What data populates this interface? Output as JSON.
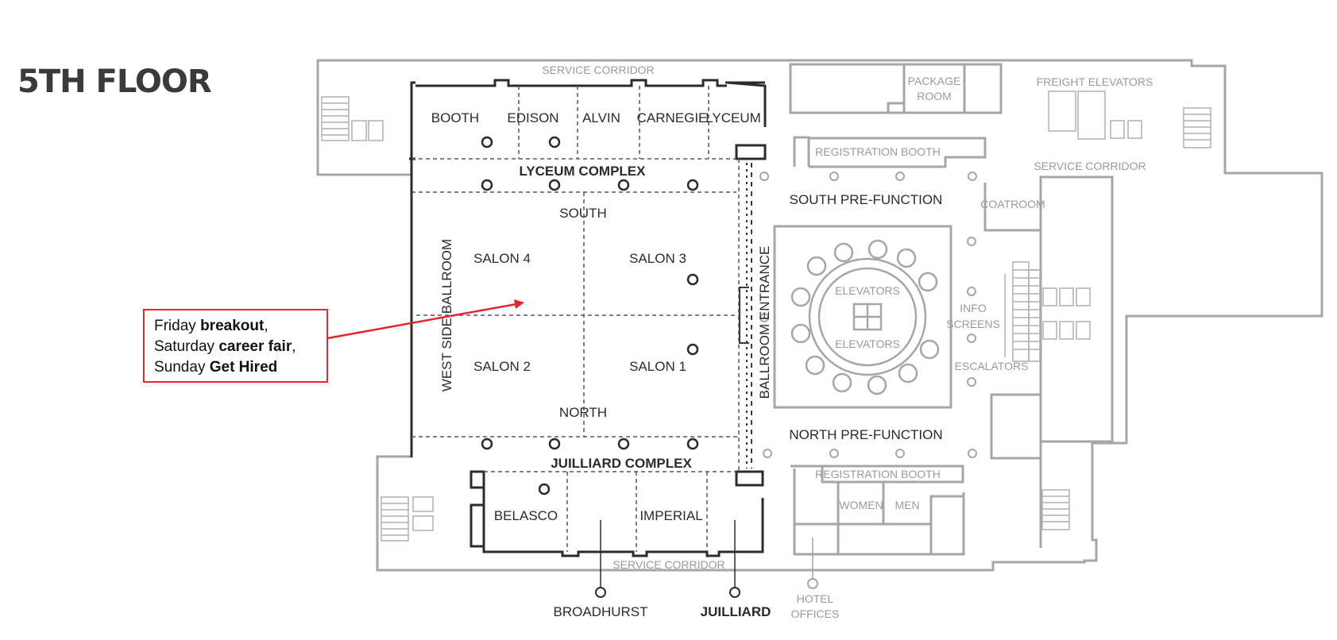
{
  "title": "5TH FLOOR",
  "callout": {
    "line1_pre": "Friday ",
    "line1_bold": "breakout",
    "line1_post": ",",
    "line2_pre": "Saturday ",
    "line2_bold": "career fair",
    "line2_post": ",",
    "line3_pre": "Sunday ",
    "line3_bold": "Get Hired"
  },
  "rooms": {
    "booth": "BOOTH",
    "edison": "EDISON",
    "alvin": "ALVIN",
    "carnegie": "CARNEGIE",
    "lyceum": "LYCEUM",
    "lyceum_complex": "LYCEUM COMPLEX",
    "south": "SOUTH",
    "salon4": "SALON 4",
    "salon3": "SALON 3",
    "salon2": "SALON 2",
    "salon1": "SALON 1",
    "north": "NORTH",
    "west_side_ballroom": "WEST SIDE BALLROOM",
    "ballroom_entrance": "BALLROOM ENTRANCE",
    "juilliard_complex": "JUILLIARD COMPLEX",
    "belasco": "BELASCO",
    "imperial": "IMPERIAL",
    "broadhurst": "BROADHURST",
    "juilliard": "JUILLIARD"
  },
  "facilities": {
    "service_corridor_top": "SERVICE CORRIDOR",
    "service_corridor_right": "SERVICE CORRIDOR",
    "service_corridor_bottom": "SERVICE CORRIDOR",
    "package_room_1": "PACKAGE",
    "package_room_2": "ROOM",
    "freight_elevators": "FREIGHT ELEVATORS",
    "registration_booth_top": "REGISTRATION BOOTH",
    "registration_booth_bottom": "REGISTRATION BOOTH",
    "south_pre_function": "SOUTH PRE-FUNCTION",
    "north_pre_function": "NORTH PRE-FUNCTION",
    "coatroom": "COATROOM",
    "elevators_top": "ELEVATORS",
    "elevators_bottom": "ELEVATORS",
    "info_screens_1": "INFO",
    "info_screens_2": "SCREENS",
    "escalators": "ESCALATORS",
    "women": "WOMEN",
    "men": "MEN",
    "hotel_offices_1": "HOTEL",
    "hotel_offices_2": "OFFICES"
  },
  "colors": {
    "accent": "#e3262b",
    "wall_dark": "#2b2b2b",
    "wall_light": "#a6a6a6"
  }
}
